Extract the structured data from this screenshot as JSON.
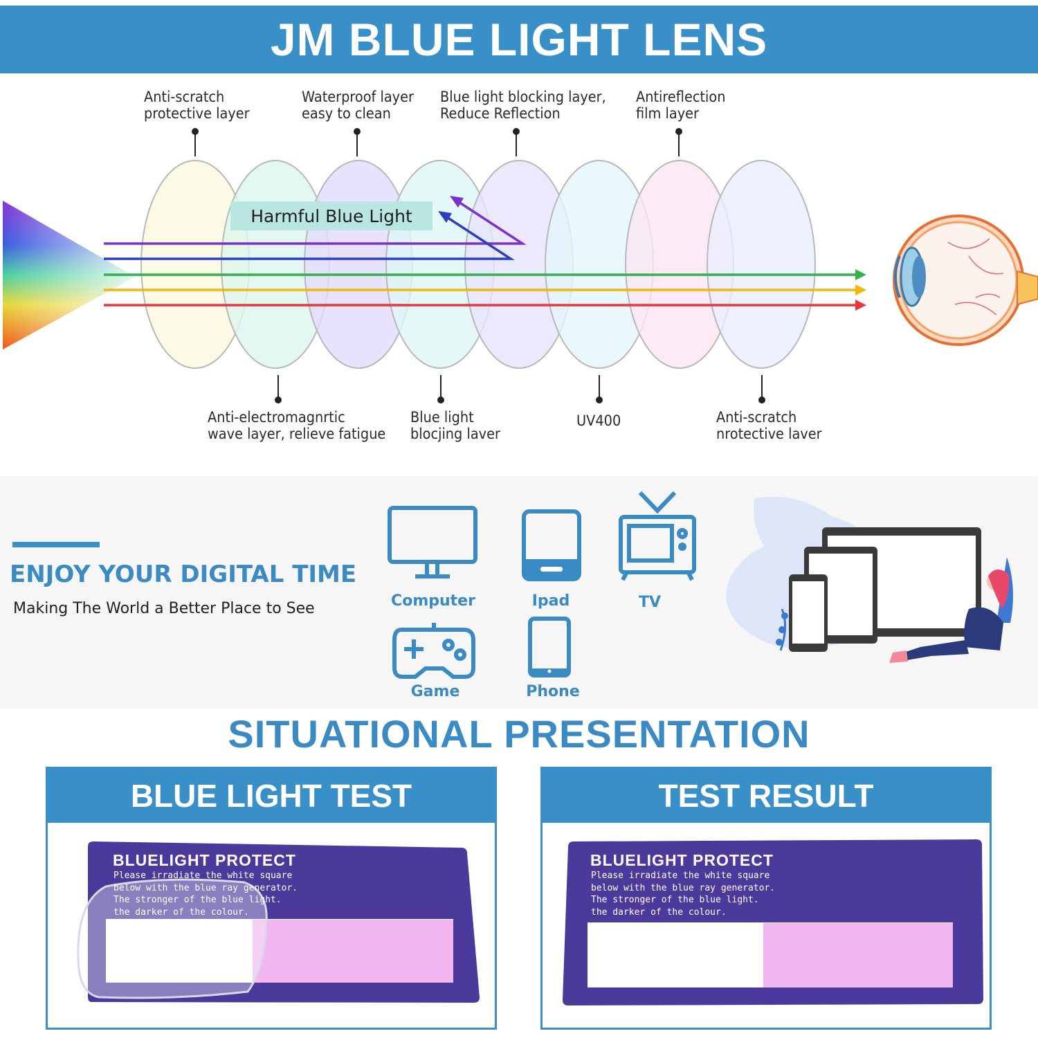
{
  "banner": {
    "title": "JM BLUE LIGHT LENS"
  },
  "lens_diagram": {
    "top_labels": [
      "Anti-scratch\nprotective layer",
      "Waterproof layer\neasy to clean",
      "Blue light blocking layer,\nReduce Reflection",
      "Antireflection\nfilm layer"
    ],
    "bottom_labels": [
      "Anti-electromagnrtic\nwave layer, relieve fatigue",
      "Blue light\nblocjing laver",
      "UV400",
      "Anti-scratch\nnrotective laver"
    ],
    "harmful_label": "Harmful Blue Light",
    "colors": {
      "violet": "#7b2fd0",
      "blue": "#2b3fc4",
      "green": "#2fb34a",
      "yellow": "#f5b50f",
      "red": "#e8383d"
    }
  },
  "digital": {
    "title": "ENJOY YOUR DIGITAL TIME",
    "subtitle": "Making The World a Better Place to See",
    "devices": [
      {
        "icon": "computer-icon",
        "label": "Computer"
      },
      {
        "icon": "ipad-icon",
        "label": "Ipad"
      },
      {
        "icon": "tv-icon",
        "label": "TV"
      },
      {
        "icon": "game-icon",
        "label": "Game"
      },
      {
        "icon": "phone-icon",
        "label": "Phone"
      }
    ]
  },
  "situational": {
    "title": "SITUATIONAL PRESENTATION"
  },
  "panels": [
    {
      "title": "BLUE LIGHT TEST",
      "card_title": "BLUELIGHT PROTECT",
      "card_text": "Please irradiate the white square\nbelow with the blue ray generator.\nThe stronger of the blue light.\nthe darker of the colour."
    },
    {
      "title": "TEST RESULT",
      "card_title": "BLUELIGHT PROTECT",
      "card_text": "Please irradiate the white square\nbelow with the blue ray generator.\nThe stronger of the blue light.\nthe darker of the colour."
    }
  ],
  "theme": {
    "accent": "#3990c9",
    "card": "#4b3a9c",
    "pink": "#f2b6f0"
  }
}
